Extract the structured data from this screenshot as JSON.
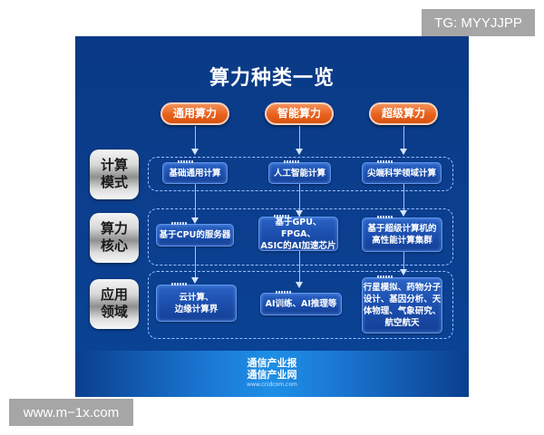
{
  "diagram": {
    "title": "算力种类一览",
    "categories": [
      {
        "label": "通用算力",
        "mode": "基础通用计算",
        "core": "基于CPU的服务器",
        "application": "云计算、\n边缘计算界"
      },
      {
        "label": "智能算力",
        "mode": "人工智能计算",
        "core": "基于GPU、FPGA、\nASIC的AI加速芯片",
        "application": "AI训练、AI推理等"
      },
      {
        "label": "超级算力",
        "mode": "尖端科学领域计算",
        "core": "基于超级计算机的\n高性能计算集群",
        "application": "行星模拟、药物分子\n设计、基因分析、天\n体物理、气象研究、\n航空航天"
      }
    ],
    "rows": [
      {
        "label": "计算\n模式"
      },
      {
        "label": "算力\n核心"
      },
      {
        "label": "应用\n领域"
      }
    ],
    "footer": {
      "line1": "通信产业报",
      "line2": "通信产业网",
      "url": "www.ccidcom.com"
    },
    "colors": {
      "background": "#0b3f8f",
      "pill": "#e8621c",
      "node": "#1c4fae"
    }
  },
  "watermarks": {
    "top_right": "TG: MYYJJPP",
    "bottom_left": "www.m−1x.com"
  }
}
